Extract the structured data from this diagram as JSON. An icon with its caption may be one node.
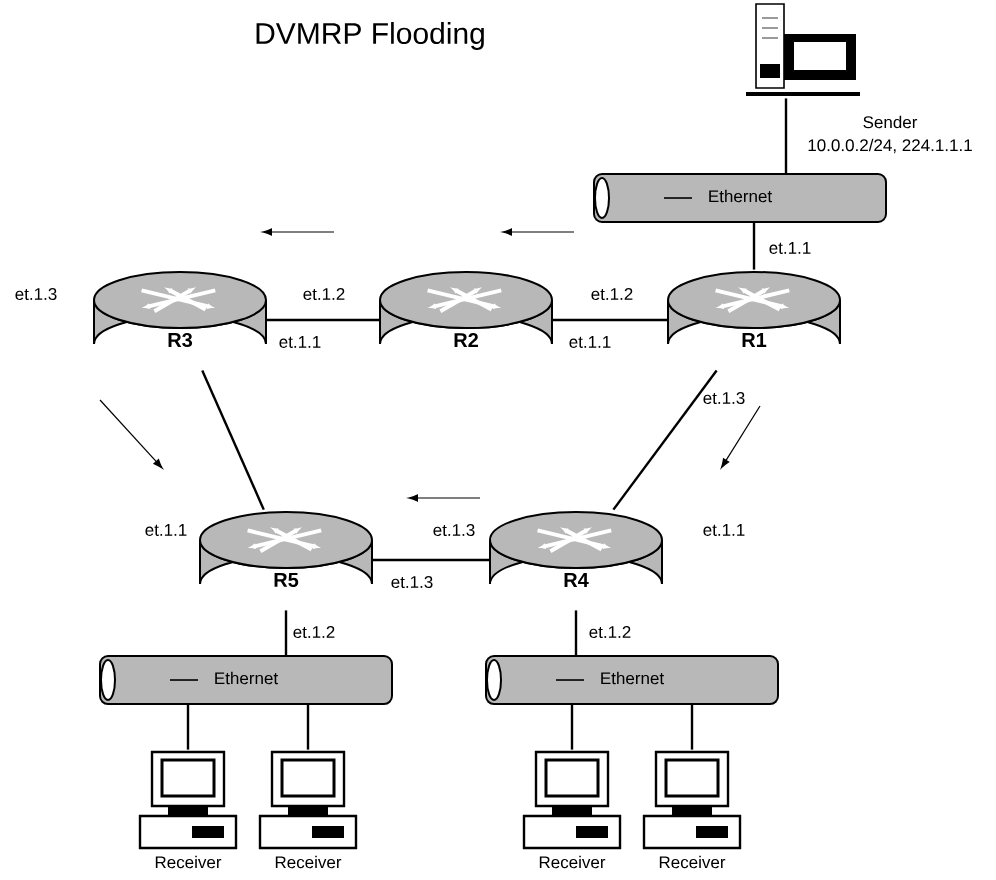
{
  "diagram": {
    "title": "DVMRP Flooding",
    "nodes": [
      {
        "text": [],
        "shape": "computer",
        "beside": [
          "Sender",
          "10.0.0.2/24, 224.1.1.1"
        ]
      },
      {
        "text": [
          "Ethernet"
        ]
      },
      {
        "text": [
          "R3"
        ]
      },
      {
        "text": [
          "R2"
        ]
      },
      {
        "text": [
          "R1"
        ]
      },
      {
        "text": [
          "R5"
        ]
      },
      {
        "text": [
          "R4"
        ]
      },
      {
        "text": [
          "Ethernet"
        ]
      },
      {
        "text": [
          "Ethernet"
        ]
      },
      {
        "text": [],
        "shape": "computer",
        "beside": [
          "Receiver"
        ]
      },
      {
        "text": [],
        "shape": "computer",
        "beside": [
          "Receiver"
        ]
      },
      {
        "text": [],
        "shape": "computer",
        "beside": [
          "Receiver"
        ]
      },
      {
        "text": [],
        "shape": "computer",
        "beside": [
          "Receiver"
        ]
      }
    ],
    "edges": [
      {
        "from": 0,
        "to": 1,
        "arrow": "none"
      },
      {
        "from": 1,
        "to": 4,
        "arrow": "none"
      },
      {
        "from": 4,
        "to": 3,
        "arrow": "none"
      },
      {
        "from": 3,
        "to": 2,
        "arrow": "none"
      },
      {
        "from": 2,
        "to": 5,
        "arrow": "none"
      },
      {
        "from": 4,
        "to": 6,
        "arrow": "none"
      },
      {
        "from": 6,
        "to": 5,
        "arrow": "none"
      },
      {
        "from": 5,
        "to": 7,
        "arrow": "none"
      },
      {
        "from": 6,
        "to": 8,
        "arrow": "none"
      },
      {
        "from": 7,
        "to": 9,
        "arrow": "none"
      },
      {
        "from": 7,
        "to": 10,
        "arrow": "none"
      },
      {
        "from": 8,
        "to": 11,
        "arrow": "none"
      },
      {
        "from": 8,
        "to": 12,
        "arrow": "none"
      }
    ],
    "labels": [
      "et.1.1",
      "et.1.3",
      "et.1.2",
      "et.1.2",
      "et.1.1",
      "et.1.1",
      "et.1.3",
      "et.1.1",
      "et.1.3",
      "et.1.1",
      "et.1.3",
      "et.1.2",
      "et.1.2"
    ]
  }
}
